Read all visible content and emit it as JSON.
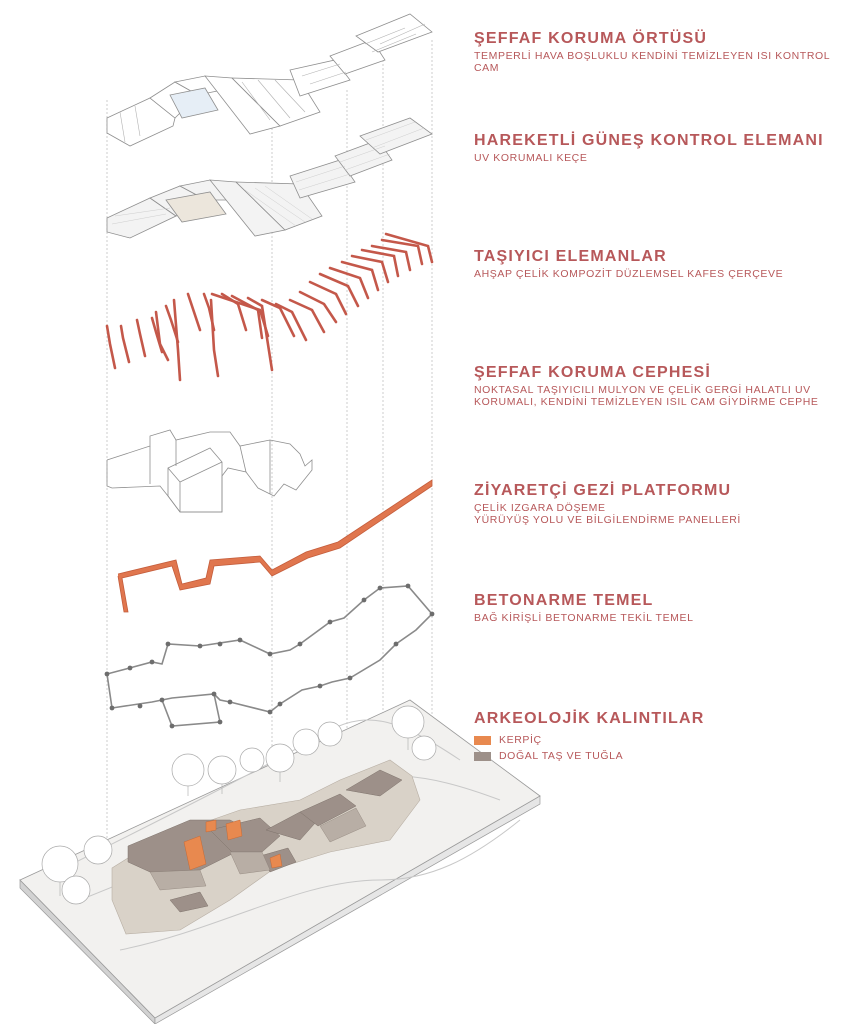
{
  "layers": [
    {
      "title": "ŞEFFAF KORUMA ÖRTÜSÜ",
      "subtitle": "TEMPERLİ HAVA BOŞLUKLU KENDİNİ TEMİZLEYEN ISI KONTROL CAM"
    },
    {
      "title": "HAREKETLİ GÜNEŞ KONTROL ELEMANI",
      "subtitle": "UV KORUMALI KEÇE"
    },
    {
      "title": "TAŞIYICI ELEMANLAR",
      "subtitle": "AHŞAP ÇELİK KOMPOZİT DÜZLEMSEL KAFES ÇERÇEVE"
    },
    {
      "title": "ŞEFFAF KORUMA CEPHESİ",
      "subtitle": "NOKTASAL TAŞIYICILI MULYON VE ÇELİK GERGİ HALATLI UV KORUMALI, KENDİNİ TEMİZLEYEN ISIL CAM GİYDİRME CEPHE"
    },
    {
      "title": "ZİYARETÇİ GEZİ PLATFORMU",
      "subtitle": "ÇELİK IZGARA DÖŞEME",
      "subtitle2": "YÜRÜYÜŞ YOLU VE BİLGİLENDİRME PANELLERİ"
    },
    {
      "title": "BETONARME TEMEL",
      "subtitle": "BAĞ KİRİŞLİ BETONARME TEKİL TEMEL"
    },
    {
      "title": "ARKEOLOJİK KALINTILAR"
    }
  ],
  "legend": [
    {
      "label": "KERPİÇ",
      "color": "#e8894f"
    },
    {
      "label": "DOĞAL TAŞ VE TUĞLA",
      "color": "#9d9089"
    }
  ],
  "colors": {
    "label_text": "#b7585a",
    "structure_red": "#c4584a",
    "platform_orange": "#e0764e",
    "line_gray": "#9a9a9a",
    "site_base": "#d9d2c8"
  }
}
